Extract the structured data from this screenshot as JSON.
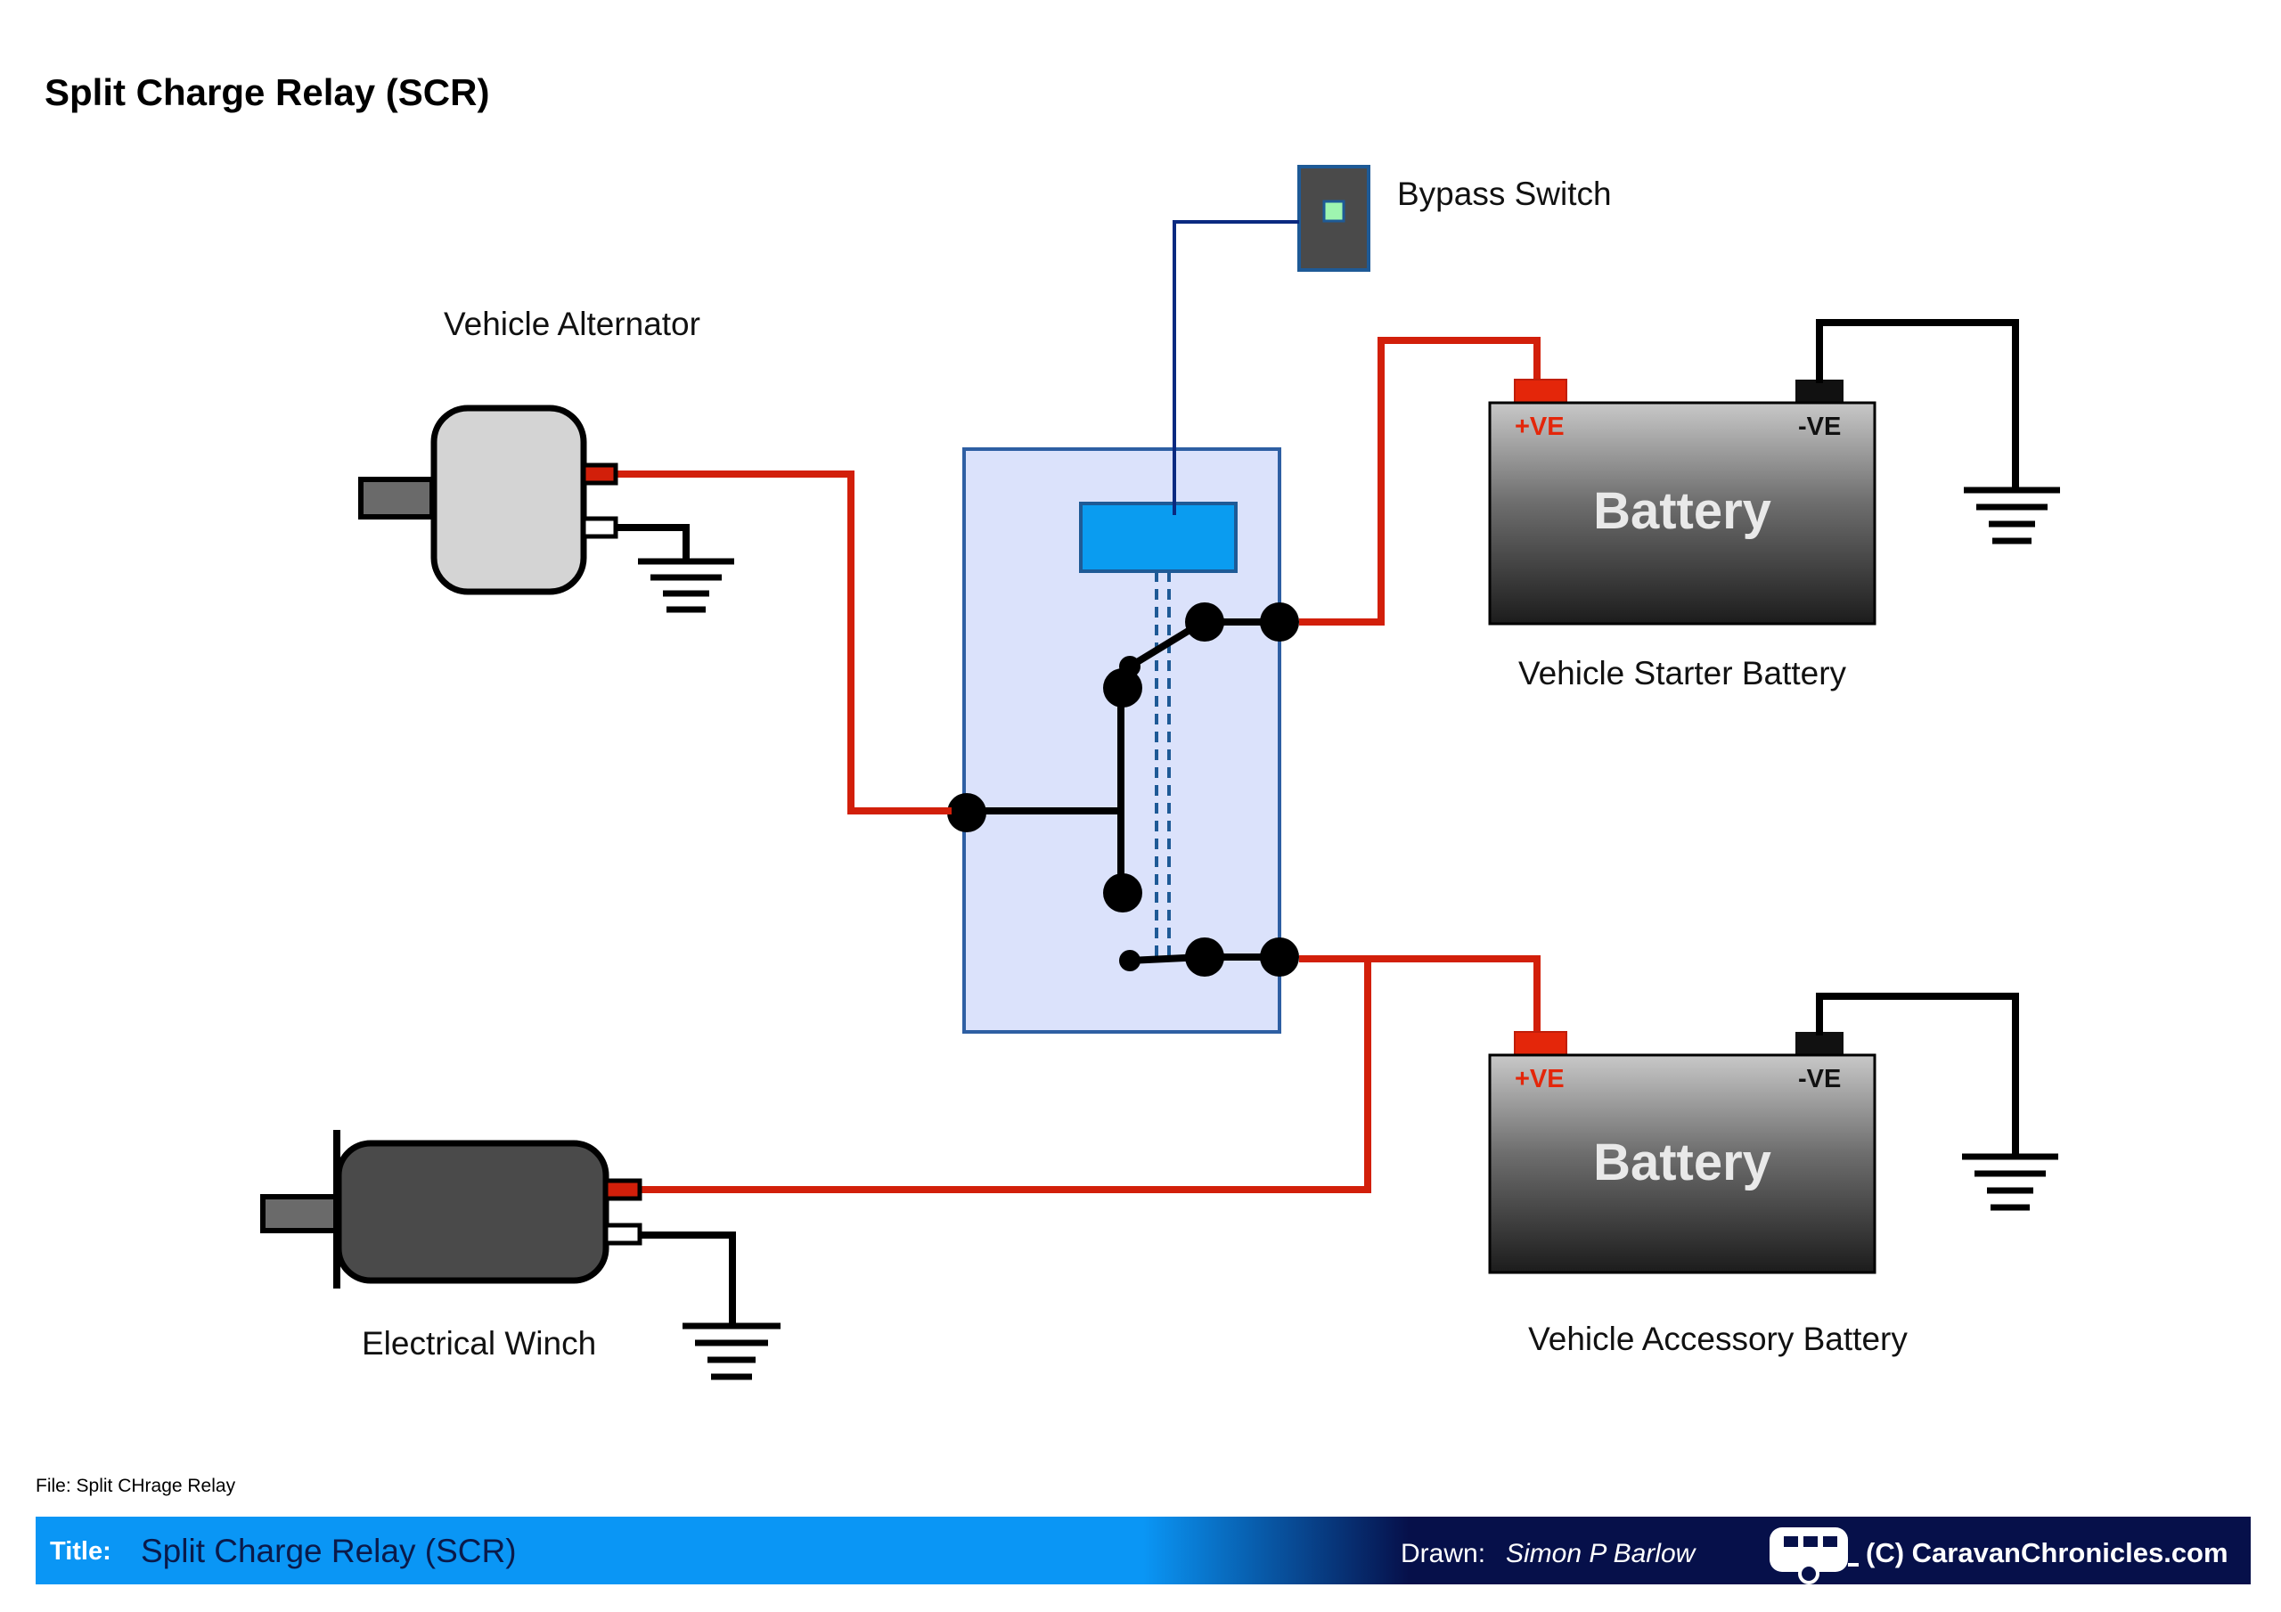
{
  "diagram": {
    "title": "Split Charge Relay (SCR)",
    "labels": {
      "bypass_switch": "Bypass Switch",
      "alternator": "Vehicle Alternator",
      "starter_battery": "Vehicle Starter Battery",
      "accessory_battery": "Vehicle Accessory Battery",
      "winch": "Electrical Winch"
    },
    "battery": {
      "label": "Battery",
      "positive": "+VE",
      "negative": "-VE"
    },
    "colors": {
      "positive_wire": "#d21f0a",
      "ground_wire": "#000000",
      "relay_body": "#dbe2fb",
      "relay_border": "#2e5fa3",
      "relay_coil": "#0a9cf0",
      "switch_indicator": "#9ef5b0"
    }
  },
  "footer": {
    "file": "File: Split CHrage Relay"
  },
  "title_block": {
    "title_label": "Title:",
    "title_value": "Split Charge Relay (SCR)",
    "drawn_label": "Drawn:",
    "drawn_value": "Simon P Barlow",
    "copyright": "(C) CaravanChronicles.com",
    "logo_icon": "caravan-icon",
    "colors": {
      "left": "#0a96f5",
      "right": "#06104a"
    }
  }
}
